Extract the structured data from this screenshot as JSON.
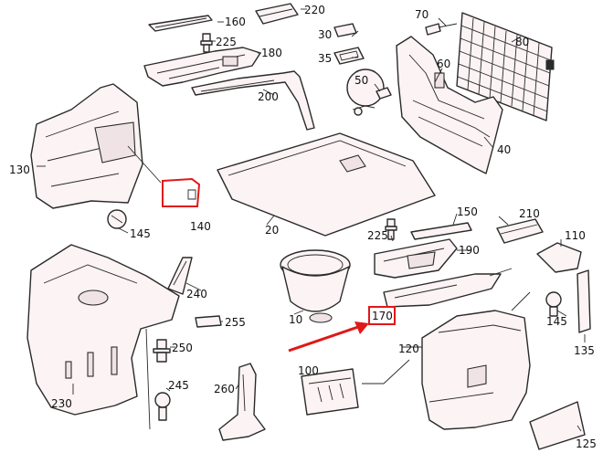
{
  "diagram": {
    "part_numbers": {
      "p10": "10",
      "p20": "20",
      "p30": "30",
      "p35": "35",
      "p40": "40",
      "p50": "50",
      "p60": "60",
      "p70": "70",
      "p80": "80",
      "p100": "100",
      "p110": "110",
      "p120": "120",
      "p125": "125",
      "p130": "130",
      "p135": "135",
      "p140": "140",
      "p145a": "145",
      "p145b": "145",
      "p150": "150",
      "p160": "160",
      "p170": "170",
      "p180": "180",
      "p190": "190",
      "p200": "200",
      "p210": "210",
      "p220": "220",
      "p225a": "225",
      "p225b": "225",
      "p230": "230",
      "p240": "240",
      "p245": "245",
      "p250": "250",
      "p255": "255",
      "p260": "260"
    },
    "highlighted_part": "170",
    "highlight_color": "#e01818",
    "outline_color": "#2a2a2a",
    "fill_color": "#fbf3f4"
  }
}
